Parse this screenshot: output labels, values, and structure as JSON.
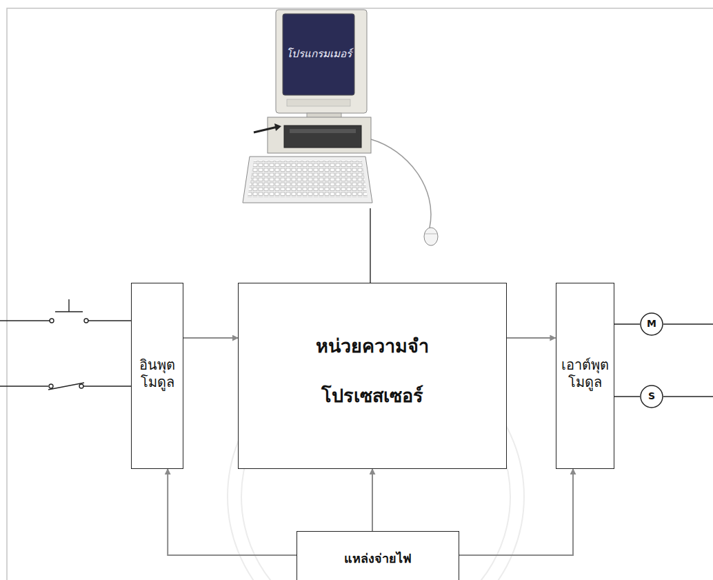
{
  "diagram": {
    "nodes": [
      {
        "text": [
          "โปรแกรมเมอร์"
        ]
      },
      {
        "text": [
          "อินพุต โมดูล"
        ]
      },
      {
        "text": [
          "หน่วยความจำ",
          "โปรเซสเซอร์"
        ]
      },
      {
        "text": [
          "เอาต์พุต โมดูล"
        ]
      },
      {
        "text": [
          "M"
        ]
      },
      {
        "text": [
          "S"
        ]
      },
      {
        "text": [
          "แหล่งจ่ายไฟ"
        ]
      }
    ],
    "edges": [
      {
        "from": 0,
        "to": 2,
        "arrow": "none"
      },
      {
        "from": 1,
        "to": 2,
        "arrow": "to"
      },
      {
        "from": 2,
        "to": 3,
        "arrow": "to"
      },
      {
        "from": 3,
        "to": 4,
        "arrow": "none"
      },
      {
        "from": 3,
        "to": 5,
        "arrow": "none"
      },
      {
        "from": 6,
        "to": 1,
        "arrow": "to"
      },
      {
        "from": 6,
        "to": 2,
        "arrow": "to"
      },
      {
        "from": 6,
        "to": 3,
        "arrow": "to"
      }
    ]
  }
}
